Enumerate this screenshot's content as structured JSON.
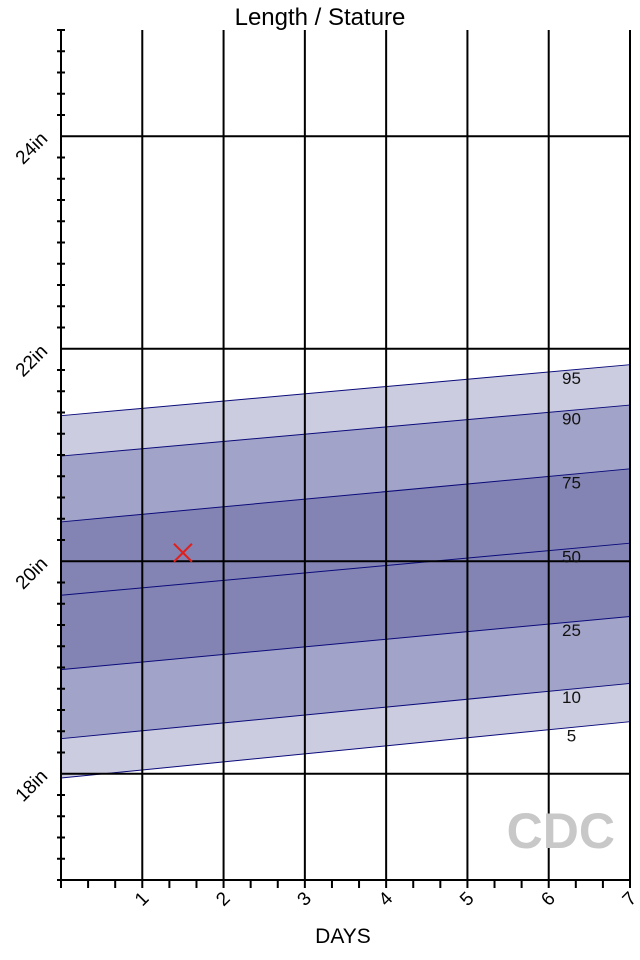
{
  "chart_data": {
    "type": "area",
    "title": "Length / Stature",
    "xlabel": "DAYS",
    "ylabel": "",
    "xlim": [
      0,
      7
    ],
    "ylim": [
      17,
      25
    ],
    "x_ticks": [
      1,
      2,
      3,
      4,
      5,
      6,
      7
    ],
    "x_tick_labels": [
      "1",
      "2",
      "3",
      "4",
      "5",
      "6",
      "7"
    ],
    "y_major_ticks": [
      18,
      20,
      22,
      24
    ],
    "y_tick_labels": [
      "18in",
      "20in",
      "22in",
      "24in"
    ],
    "y_unit": "in",
    "grid": true,
    "percentiles": [
      {
        "name": "95",
        "x": [
          0,
          7
        ],
        "y": [
          21.37,
          21.85
        ]
      },
      {
        "name": "90",
        "x": [
          0,
          7
        ],
        "y": [
          20.99,
          21.47
        ]
      },
      {
        "name": "75",
        "x": [
          0,
          7
        ],
        "y": [
          20.37,
          20.87
        ]
      },
      {
        "name": "50",
        "x": [
          0,
          7
        ],
        "y": [
          19.68,
          20.17
        ]
      },
      {
        "name": "25",
        "x": [
          0,
          7
        ],
        "y": [
          18.98,
          19.48
        ]
      },
      {
        "name": "10",
        "x": [
          0,
          7
        ],
        "y": [
          18.33,
          18.85
        ]
      },
      {
        "name": "5",
        "x": [
          0,
          7
        ],
        "y": [
          17.96,
          18.49
        ]
      }
    ],
    "points": [
      {
        "x": 1.5,
        "y": 20.08,
        "marker": "x",
        "color": "#e0201c"
      }
    ],
    "band_colors": {
      "outer": "#cbcce0",
      "middle": "#a2a3c8",
      "inner": "#8384b3",
      "line": "#0a0a7a"
    },
    "watermark": "CDC",
    "watermark_color": "#c8c8c8"
  }
}
